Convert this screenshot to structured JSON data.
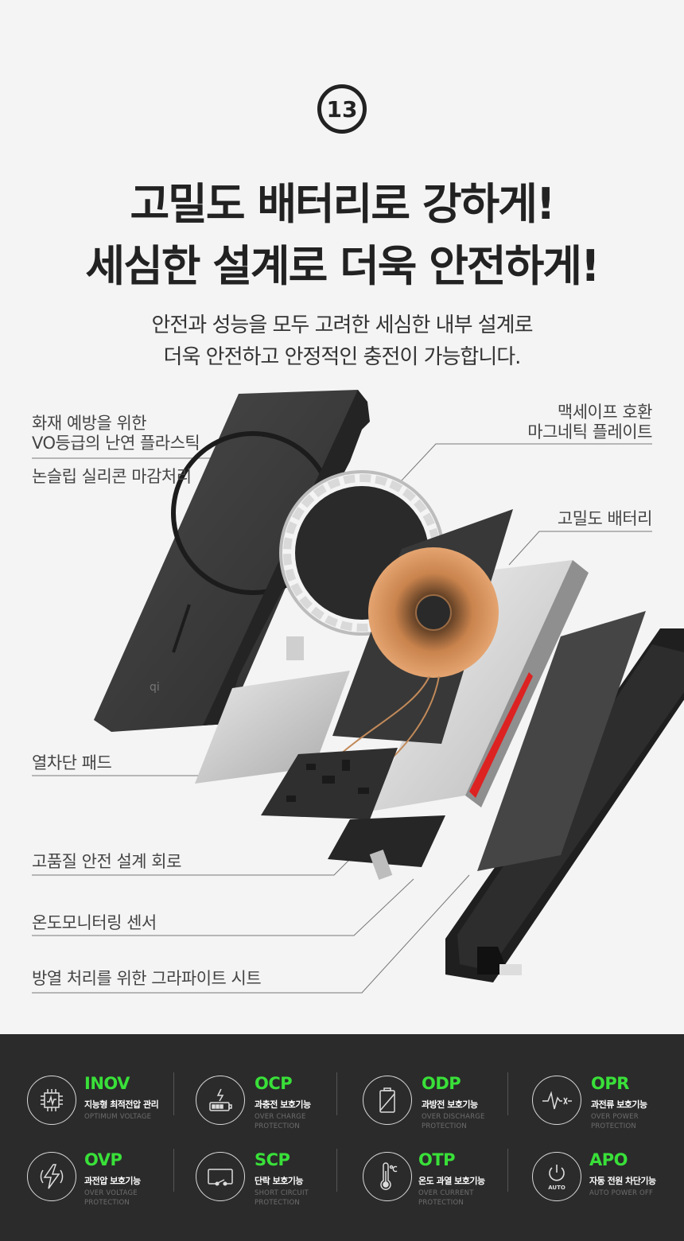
{
  "badge": "13",
  "headline": {
    "line1": "고밀도 배터리로 강하게!",
    "line2": "세심한 설계로 더욱 안전하게!"
  },
  "subtitle": {
    "line1": "안전과 성능을 모두 고려한 세심한 내부 설계로",
    "line2": "더욱 안전하고 안정적인 충전이 가능합니다."
  },
  "labels": {
    "flame_line1": "화재 예방을 위한",
    "flame_line2": "VO등급의 난연 플라스틱",
    "silicone": "논슬립 실리콘 마감처리",
    "magsafe_line1": "맥세이프 호환",
    "magsafe_line2": "마그네틱 플레이트",
    "battery": "고밀도 배터리",
    "heat_pad": "열차단 패드",
    "circuit": "고품질 안전 설계 회로",
    "sensor": "온도모니터링 센서",
    "graphite": "방열 처리를 위한 그라파이트 시트"
  },
  "features": [
    {
      "code": "INOV",
      "ko": "지능형 최적전압 관리",
      "en": "OPTIMUM VOLTAGE",
      "icon": "chip-icon"
    },
    {
      "code": "OCP",
      "ko": "과충전 보호기능",
      "en": "OVER CHARGE\nPROTECTION",
      "icon": "battery-charge-icon"
    },
    {
      "code": "ODP",
      "ko": "과방전 보호기능",
      "en": "OVER DISCHARGE\nPROTECTION",
      "icon": "battery-empty-icon"
    },
    {
      "code": "OPR",
      "ko": "과전류 보호기능",
      "en": "OVER POWER\nPROTECTION",
      "icon": "pulse-icon"
    },
    {
      "code": "OVP",
      "ko": "과전압 보호기능",
      "en": "OVER VOLTAGE\nPROTECTION",
      "icon": "lightning-icon"
    },
    {
      "code": "SCP",
      "ko": "단락 보호기능",
      "en": "SHORT CIRCUIT\nPROTECTION",
      "icon": "circuit-icon"
    },
    {
      "code": "OTP",
      "ko": "온도 과열 보호기능",
      "en": "OVER CURRENT\nPROTECTION",
      "icon": "thermometer-icon"
    },
    {
      "code": "APO",
      "ko": "자동 전원 차단기능",
      "en": "AUTO POWER OFF",
      "icon": "power-icon",
      "icon_text": "AUTO"
    }
  ],
  "colors": {
    "accent": "#39e039",
    "dark_panel": "#2b2b2b",
    "background": "#f4f4f4"
  }
}
